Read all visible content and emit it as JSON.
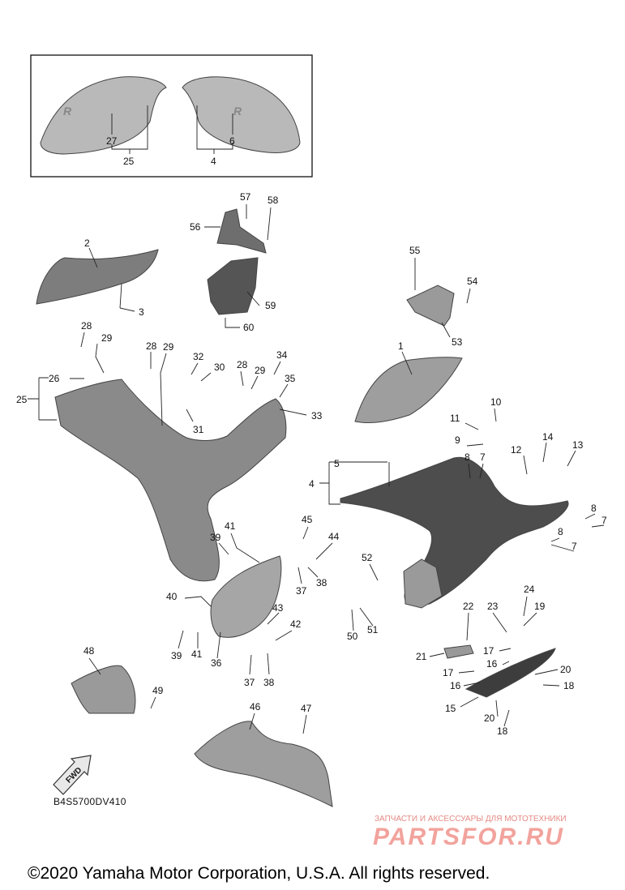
{
  "diagram_code": "B4S5700DV410",
  "fwd_label": "FWD",
  "watermark": {
    "line1": "ЗАПЧАСТИ И АКСЕССУАРЫ ДЛЯ МОТОТЕХНИКИ",
    "line2": "PARTSFOR.RU"
  },
  "copyright": "©2020 Yamaha Motor Corporation, U.S.A. All rights reserved.",
  "callouts": {
    "c1": "1",
    "c2": "2",
    "c3": "3",
    "c4": "4",
    "c4b": "4",
    "c5": "5",
    "c6": "6",
    "c7a": "7",
    "c7b": "7",
    "c7c": "7",
    "c8a": "8",
    "c8b": "8",
    "c8c": "8",
    "c9": "9",
    "c10": "10",
    "c11": "11",
    "c12": "12",
    "c13": "13",
    "c14": "14",
    "c15": "15",
    "c16a": "16",
    "c16b": "16",
    "c17a": "17",
    "c17b": "17",
    "c18a": "18",
    "c18b": "18",
    "c19": "19",
    "c20a": "20",
    "c20b": "20",
    "c21": "21",
    "c22": "22",
    "c23": "23",
    "c24": "24",
    "c25": "25",
    "c25b": "25",
    "c26": "26",
    "c27": "27",
    "c28a": "28",
    "c28b": "28",
    "c28c": "28",
    "c29a": "29",
    "c29b": "29",
    "c29c": "29",
    "c30": "30",
    "c31": "31",
    "c32": "32",
    "c33": "33",
    "c34": "34",
    "c35": "35",
    "c36": "36",
    "c37a": "37",
    "c37b": "37",
    "c38a": "38",
    "c38b": "38",
    "c39a": "39",
    "c39b": "39",
    "c40": "40",
    "c41a": "41",
    "c41b": "41",
    "c42": "42",
    "c43": "43",
    "c44": "44",
    "c45": "45",
    "c46": "46",
    "c47": "47",
    "c48": "48",
    "c49": "49",
    "c50": "50",
    "c51": "51",
    "c52": "52",
    "c53": "53",
    "c54": "54",
    "c55": "55",
    "c56": "56",
    "c57": "57",
    "c58": "58",
    "c59": "59",
    "c60": "60"
  }
}
